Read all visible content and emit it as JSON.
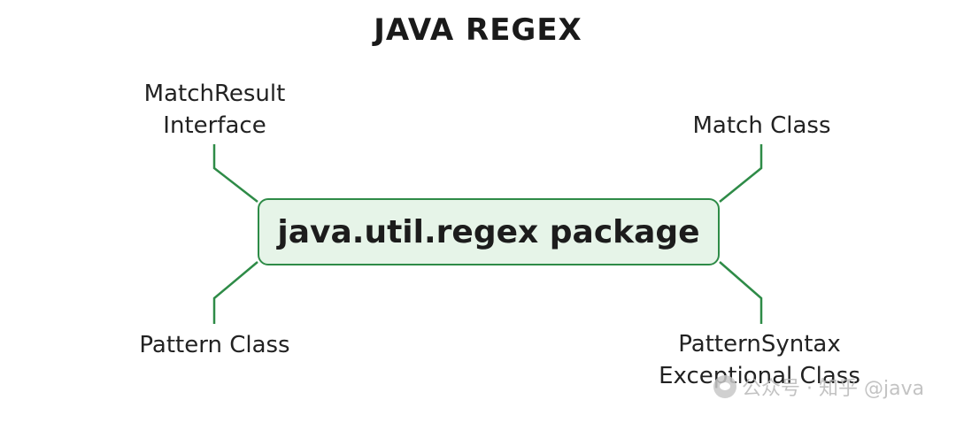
{
  "title": "JAVA REGEX",
  "center": "java.util.regex package",
  "nodes": {
    "match_result": [
      "MatchResult",
      "Interface"
    ],
    "match_class": [
      "Match Class"
    ],
    "pattern_class": [
      "Pattern Class"
    ],
    "pattern_syntax": [
      "PatternSyntax",
      "Exceptional Class"
    ]
  },
  "watermark": "公众号 · 知乎 @java",
  "colors": {
    "connector": "#2e8b47",
    "box_border": "#2e8b47",
    "box_fill": "#e6f4e8"
  }
}
